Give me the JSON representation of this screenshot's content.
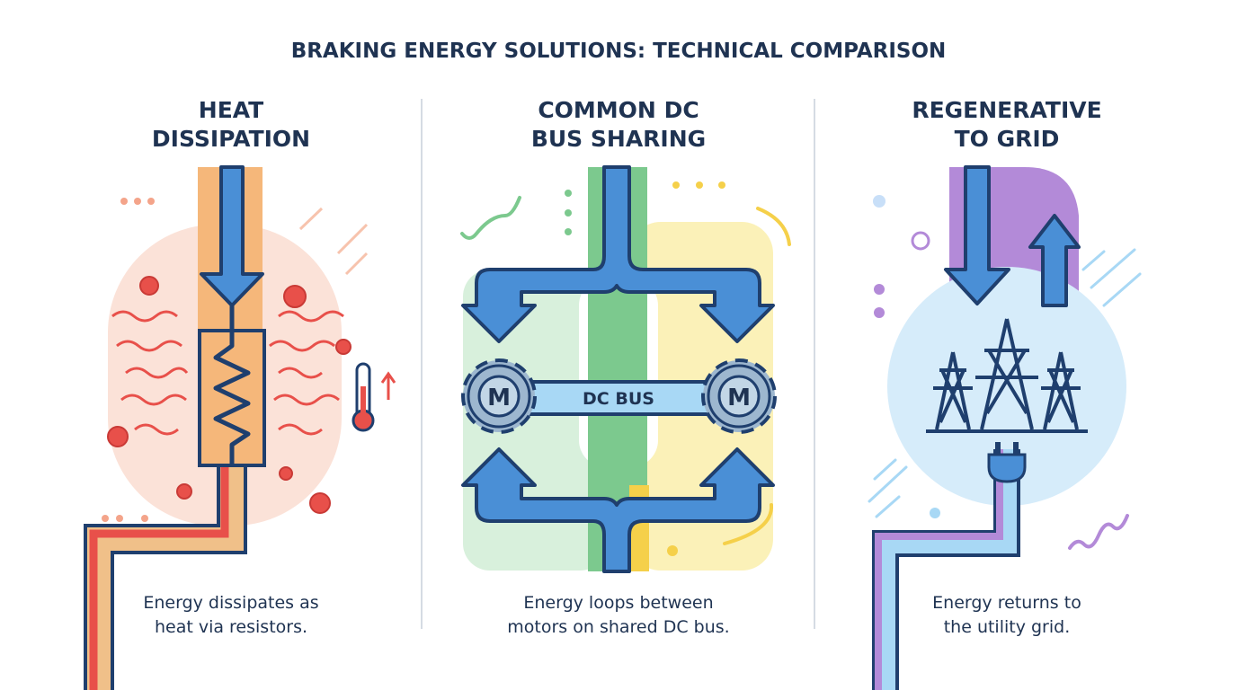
{
  "title": "BRAKING ENERGY SOLUTIONS: TECHNICAL COMPARISON",
  "panels": [
    {
      "heading_line1": "HEAT",
      "heading_line2": "DISSIPATION",
      "caption_line1": "Energy dissipates as",
      "caption_line2": "heat via resistors.",
      "accent": "#e8504a"
    },
    {
      "heading_line1": "COMMON DC",
      "heading_line2": "BUS SHARING",
      "caption_line1": "Energy loops between",
      "caption_line2": "motors on shared DC bus.",
      "bus_label": "DC BUS",
      "motor_label": "M",
      "accent": "#7cc98e"
    },
    {
      "heading_line1": "REGENERATIVE",
      "heading_line2": "TO GRID",
      "caption_line1": "Energy returns to",
      "caption_line2": "the utility grid.",
      "accent": "#b38ad8"
    }
  ]
}
